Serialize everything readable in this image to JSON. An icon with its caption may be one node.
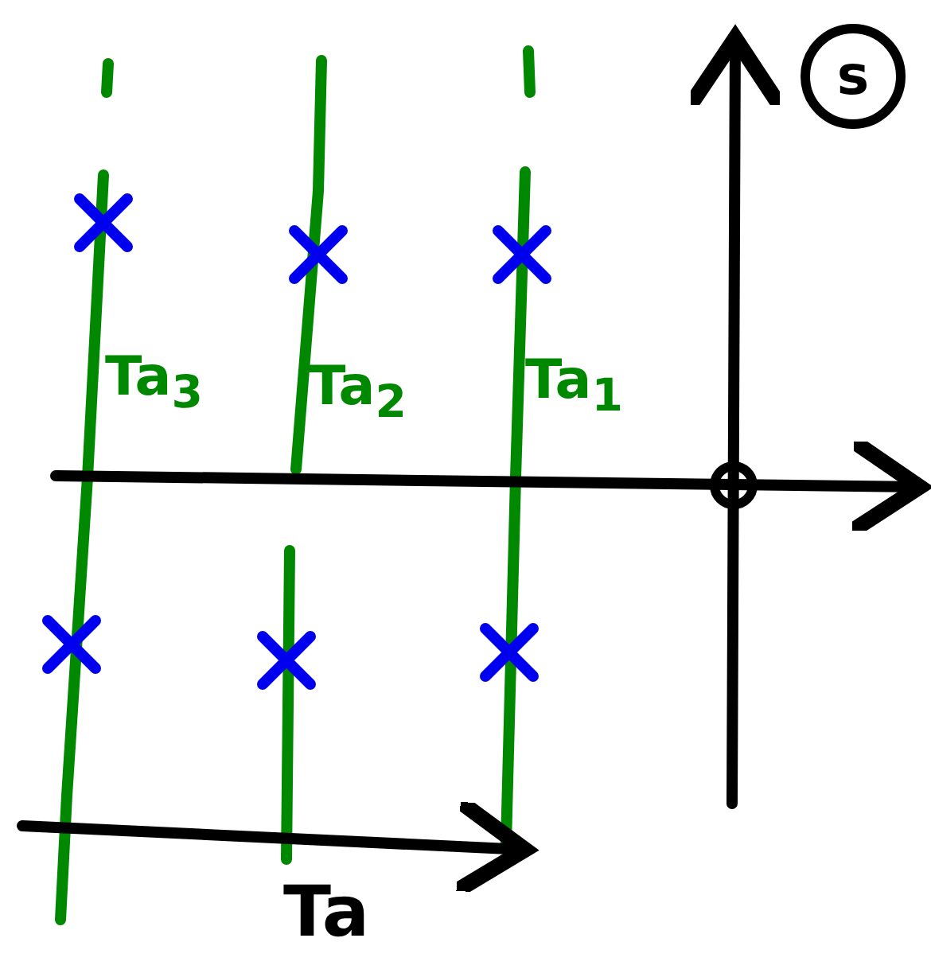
{
  "diagram": {
    "nodes": [
      {
        "text": [
          "s"
        ]
      }
    ],
    "labels": [
      "Ta$_{3}$",
      "Ta$_{2}$",
      "Ta$_{1}$",
      "Ta"
    ]
  }
}
